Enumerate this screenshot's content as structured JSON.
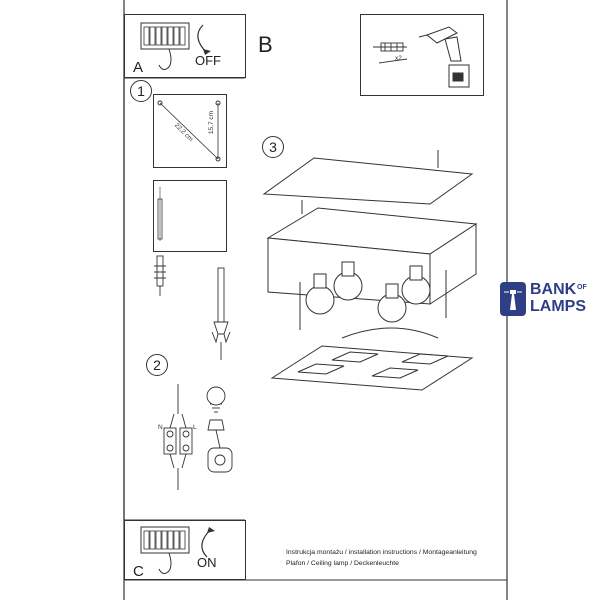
{
  "panels": {
    "a": {
      "letter": "A",
      "state": "OFF"
    },
    "b": {
      "letter": "B",
      "quantity": "x2"
    },
    "c": {
      "letter": "C",
      "state": "ON"
    }
  },
  "steps": [
    {
      "number": "1",
      "diagonal": "22,2 cm",
      "side": "15,7 cm"
    },
    {
      "number": "2",
      "wire_n": "N",
      "wire_l": "L"
    },
    {
      "number": "3"
    }
  ],
  "footer": {
    "line1": "Instrukcja montażu / installation instructions / Montageanleitung",
    "line2": "Plafon / Ceiling lamp / Deckenleuchte"
  },
  "brand": {
    "line1": "BANK",
    "of": "OF",
    "line2": "LAMPS",
    "color": "#2f3f86"
  }
}
